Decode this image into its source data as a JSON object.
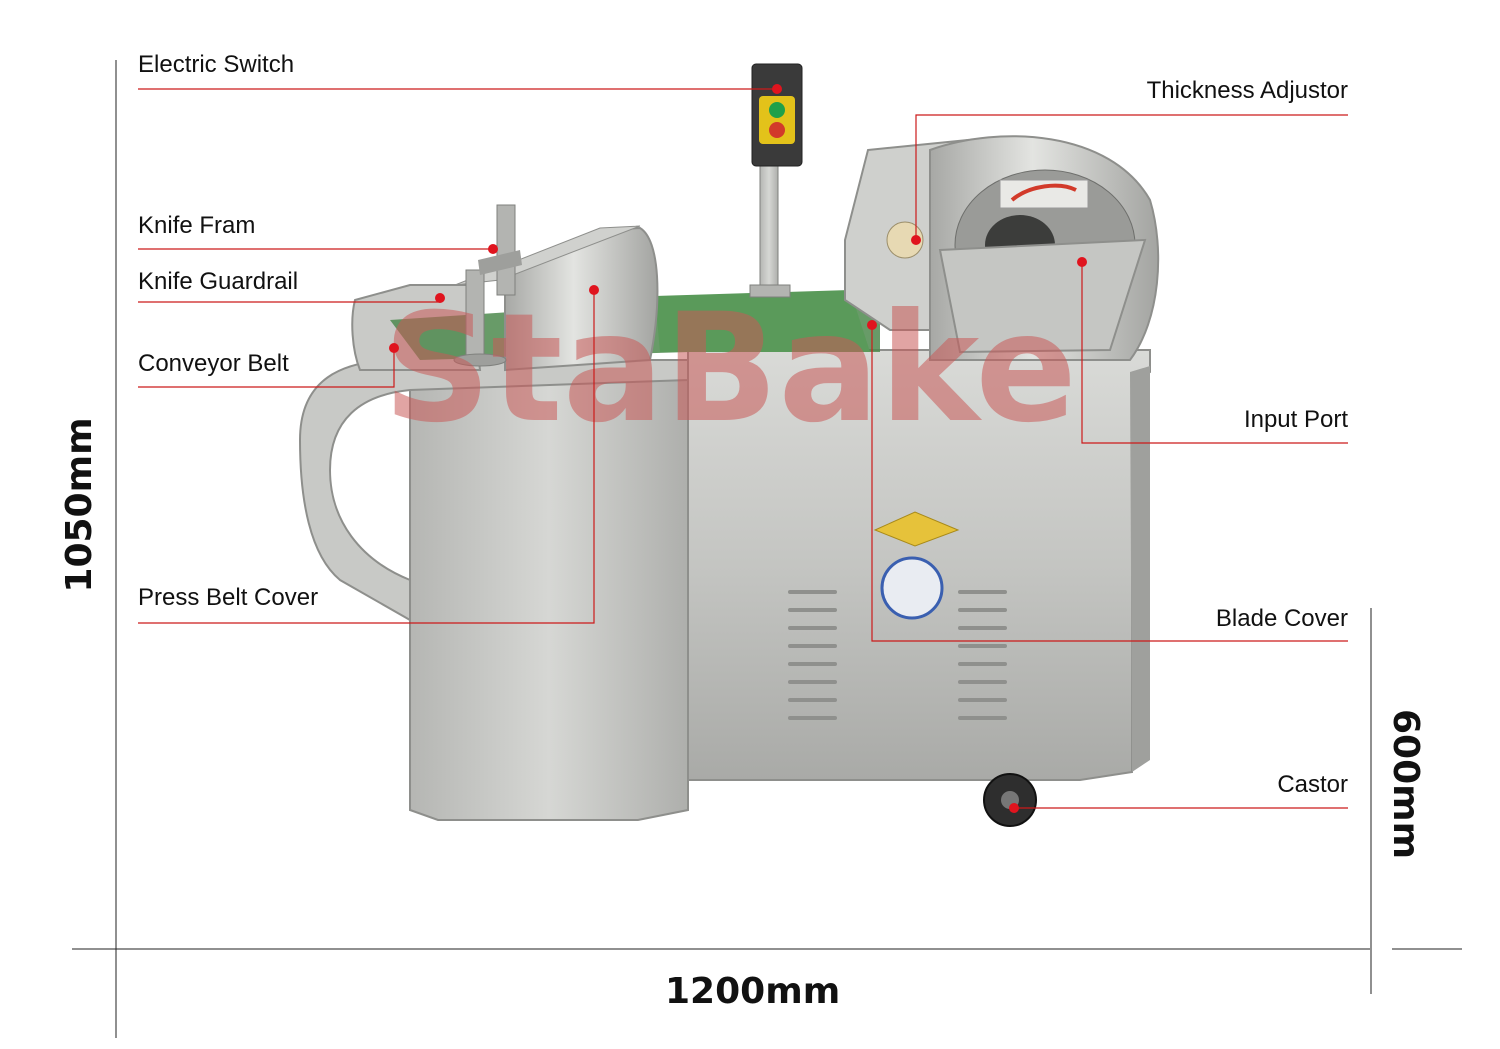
{
  "callouts": {
    "electric_switch": "Electric Switch",
    "knife_frame": "Knife Fram",
    "knife_guardrail": "Knife Guardrail",
    "conveyor_belt": "Conveyor Belt",
    "press_belt_cover": "Press Belt Cover",
    "thickness_adjustor": "Thickness Adjustor",
    "input_port": "Input Port",
    "blade_cover": "Blade Cover",
    "castor": "Castor"
  },
  "dimensions": {
    "height": "1050mm",
    "width": "1200mm",
    "table_height": "600mm"
  },
  "watermark": "StaBake",
  "colors": {
    "leader_line": "#cc1a1a",
    "dot": "#e0141e",
    "steel": "#bfc0bd",
    "belt": "#4d8a4d",
    "watermark": "#c95a57"
  }
}
